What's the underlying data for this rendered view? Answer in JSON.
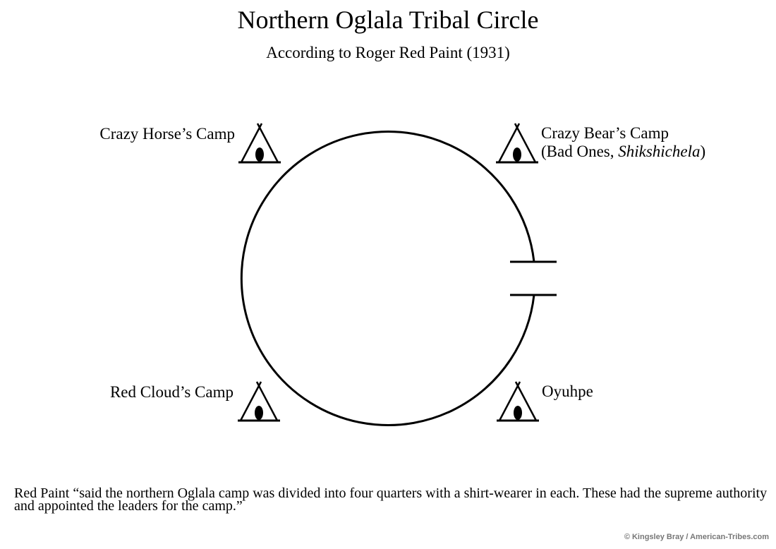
{
  "title": "Northern Oglala Tribal Circle",
  "subtitle": "According to Roger Red Paint (1931)",
  "camps": {
    "top_left": {
      "label": "Crazy Horse’s Camp"
    },
    "top_right": {
      "label": "Crazy Bear’s Camp",
      "sublabel_prefix": "(Bad Ones, ",
      "sublabel_italic": "Shikshichela",
      "sublabel_suffix": ")"
    },
    "bottom_left": {
      "label": "Red Cloud’s Camp"
    },
    "bottom_right": {
      "label": "Oyuhpe"
    }
  },
  "icons": {
    "camp": "tipi-icon",
    "entrance": "circle-opening"
  },
  "note": "Red Paint “said the northern Oglala camp was divided into four quarters with a shirt-wearer in each. These had the supreme authority and appointed the leaders for the camp.”",
  "copyright": "© Kingsley Bray / American-Tribes.com"
}
